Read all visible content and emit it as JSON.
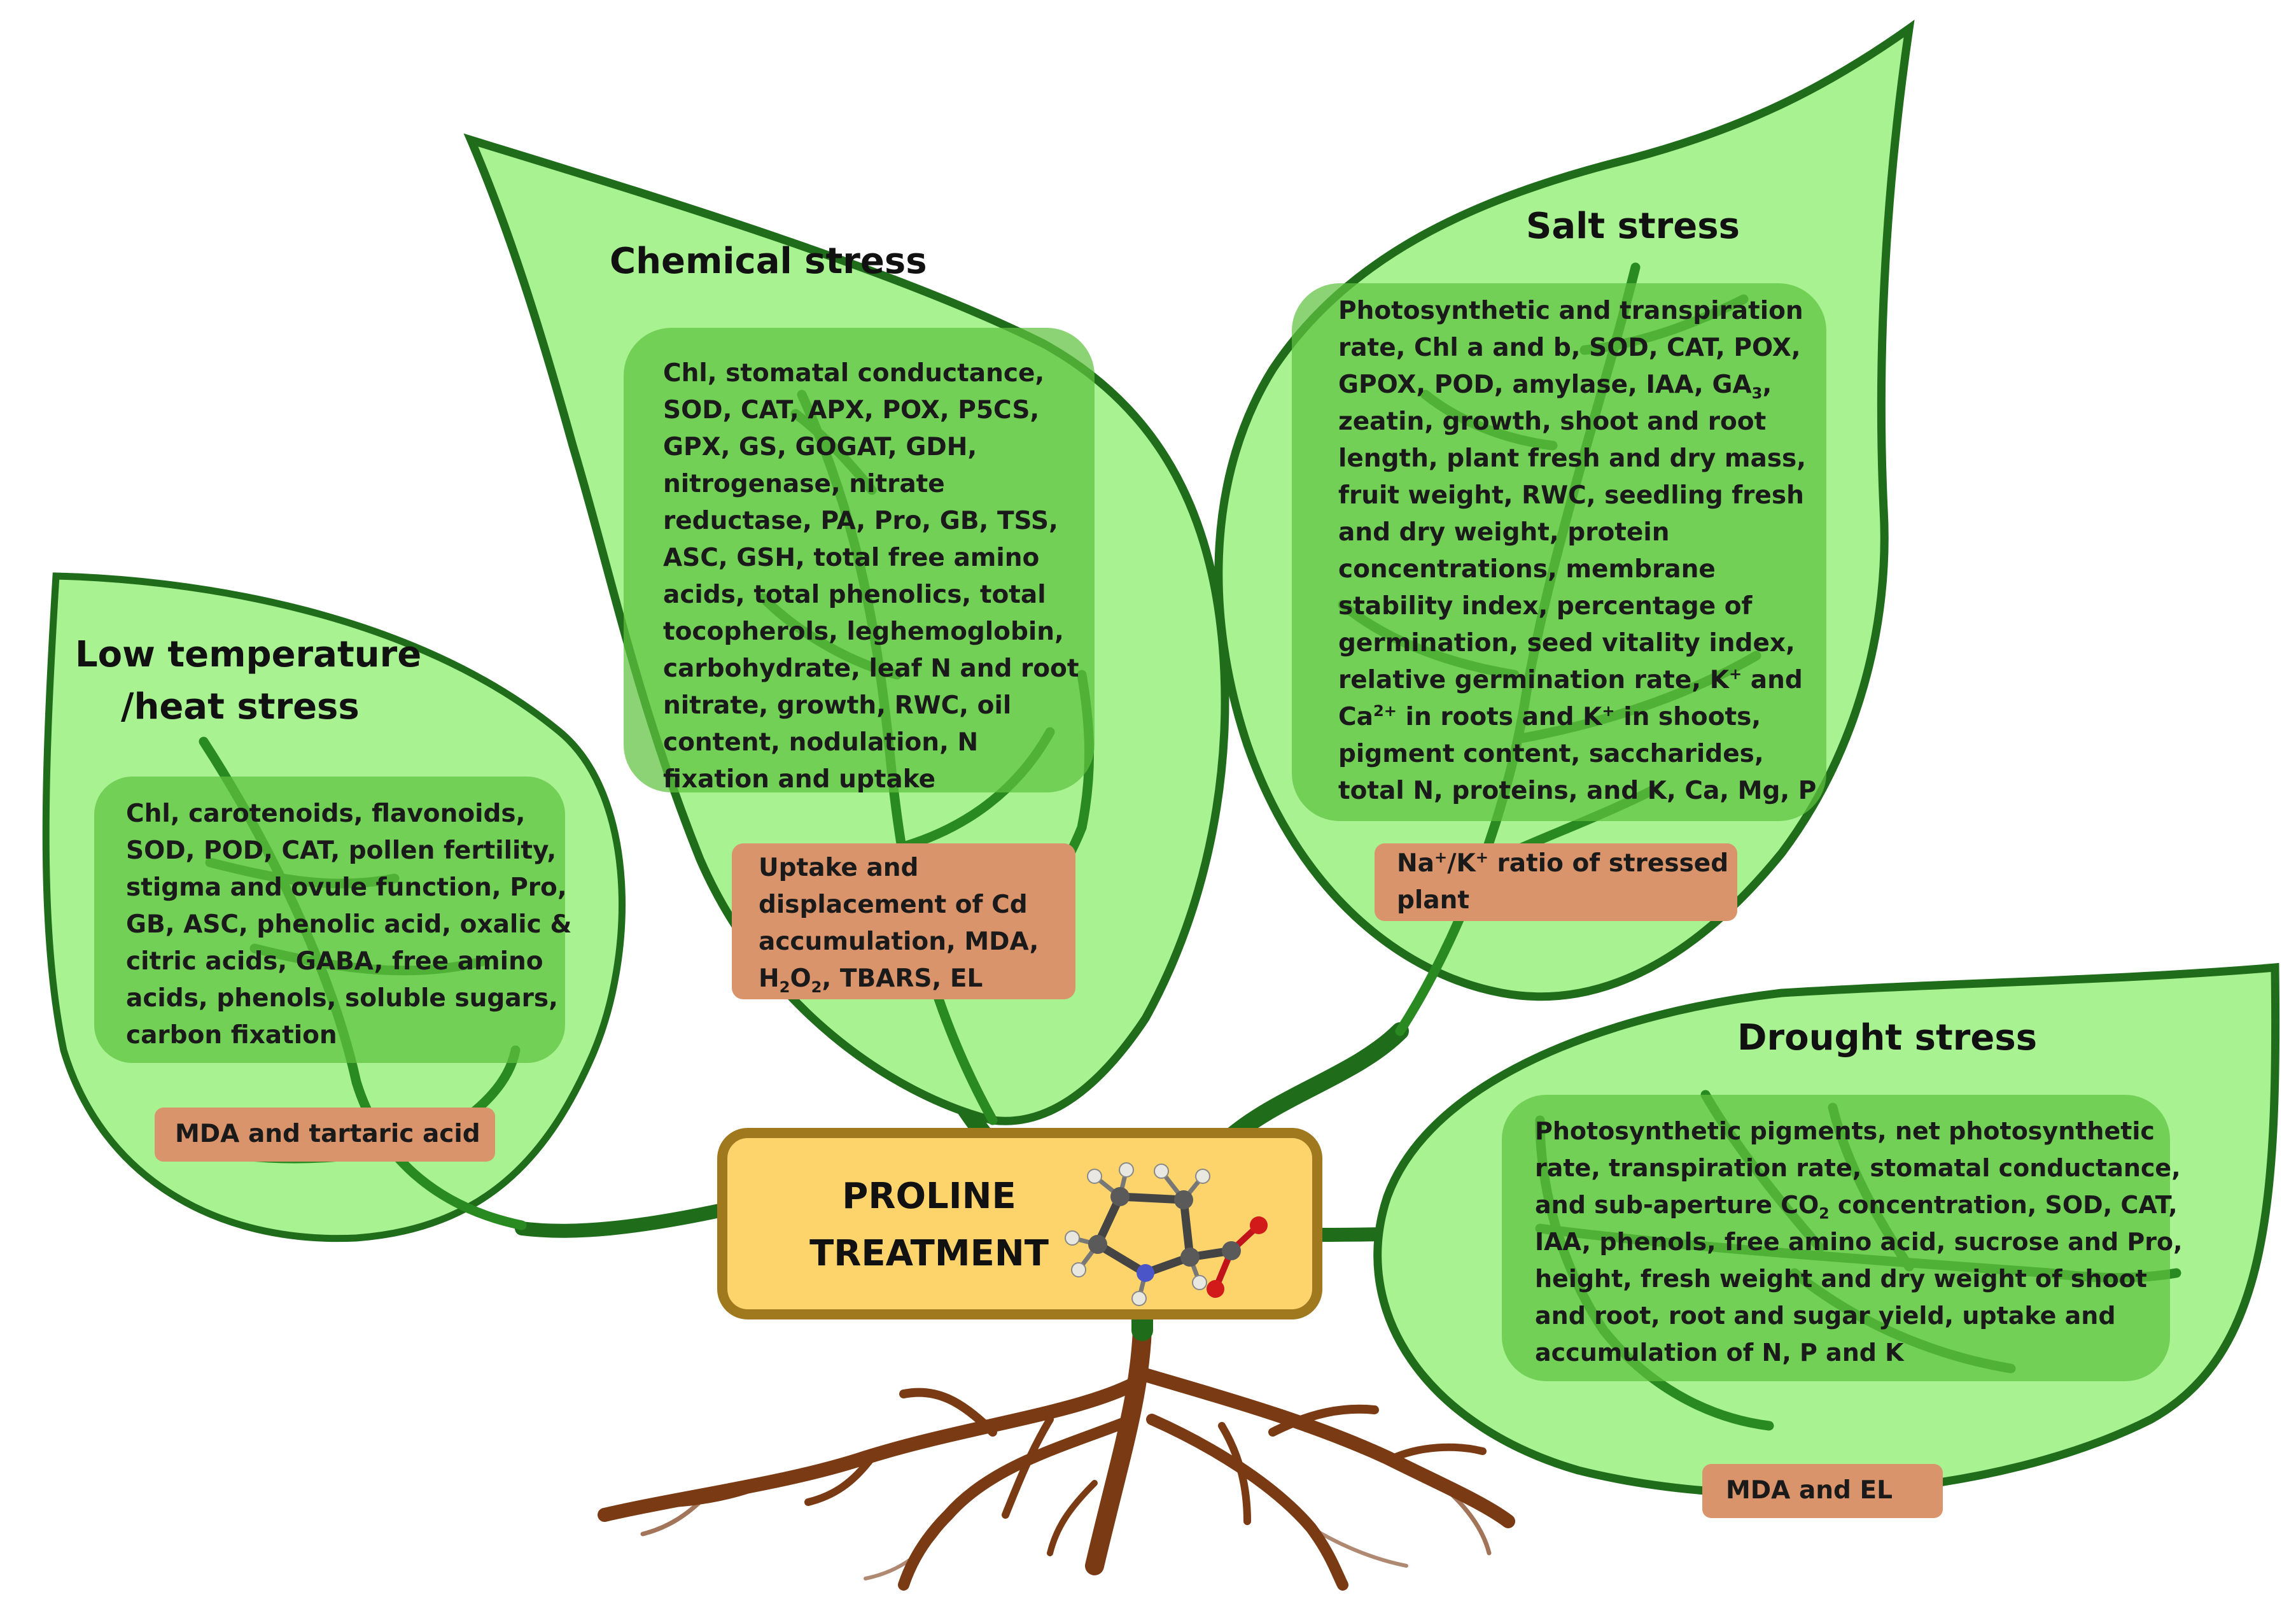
{
  "center": {
    "lines": [
      "PROLINE",
      "TREATMENT"
    ],
    "molecule_icon": "proline-molecule-model"
  },
  "colors": {
    "leaf_fill": "#a8f291",
    "leaf_edge": "#1f6d1a",
    "vein": "#2a8a22",
    "param_box": "#6fcf52",
    "negative_box": "#d9946b",
    "center_box": "#fdd36b",
    "center_border": "#a0781e",
    "root": "#7a3a14"
  },
  "leaves": {
    "low_temp": {
      "title_lines": [
        "Low temperature",
        "/heat stress"
      ],
      "param_lines": [
        "Chl, carotenoids, flavonoids,",
        "SOD, POD, CAT, pollen fertility,",
        "stigma and ovule function, Pro,",
        "GB, ASC, phenolic acid, oxalic &",
        "citric acids, GABA, free amino",
        "acids, phenols, soluble sugars,",
        "carbon fixation"
      ],
      "negative_lines": [
        "MDA and tartaric acid"
      ]
    },
    "chemical": {
      "title_lines": [
        "Chemical stress"
      ],
      "param_lines": [
        "Chl, stomatal conductance,",
        "SOD, CAT, APX, POX, P5CS,",
        "GPX, GS, GOGAT, GDH,",
        "nitrogenase, nitrate",
        "reductase, PA, Pro, GB, TSS,",
        "ASC, GSH, total free amino",
        "acids, total phenolics, total",
        "tocopherols, leghemoglobin,",
        "carbohydrate, leaf N and root",
        "nitrate, growth, RWC, oil",
        "content, nodulation, N",
        "fixation and uptake"
      ],
      "negative_lines": [
        "Uptake and",
        "displacement of Cd",
        "accumulation, MDA,",
        "H<sub>2</sub>O<sub>2</sub>, TBARS, EL"
      ]
    },
    "salt": {
      "title_lines": [
        "Salt stress"
      ],
      "param_lines": [
        "Photosynthetic and transpiration",
        "rate, Chl a and b, SOD, CAT, POX,",
        "GPOX, POD, amylase, IAA, GA<sub>3</sub>,",
        "zeatin, growth, shoot and root",
        "length, plant fresh and dry mass,",
        "fruit weight, RWC, seedling fresh",
        "and dry weight, protein",
        "concentrations, membrane",
        "stability index, percentage of",
        "germination, seed vitality index,",
        "relative germination rate, K<sup>+</sup> and",
        "Ca<sup>2+</sup> in roots and K<sup>+</sup> in shoots,",
        "pigment content, saccharides,",
        "total N, proteins, and K, Ca, Mg, P"
      ],
      "negative_lines": [
        "Na<sup>+</sup>/K<sup>+</sup> ratio of stressed",
        "plant"
      ]
    },
    "drought": {
      "title_lines": [
        "Drought stress"
      ],
      "param_lines": [
        "Photosynthetic pigments, net photosynthetic",
        "rate, transpiration rate, stomatal conductance,",
        "and sub-aperture CO<sub>2</sub> concentration, SOD, CAT,",
        "IAA, phenols, free amino acid, sucrose and Pro,",
        "height, fresh weight and dry weight of shoot",
        "and root, root and sugar yield, uptake and",
        "accumulation of N, P and K"
      ],
      "negative_lines": [
        "MDA and EL"
      ]
    }
  }
}
